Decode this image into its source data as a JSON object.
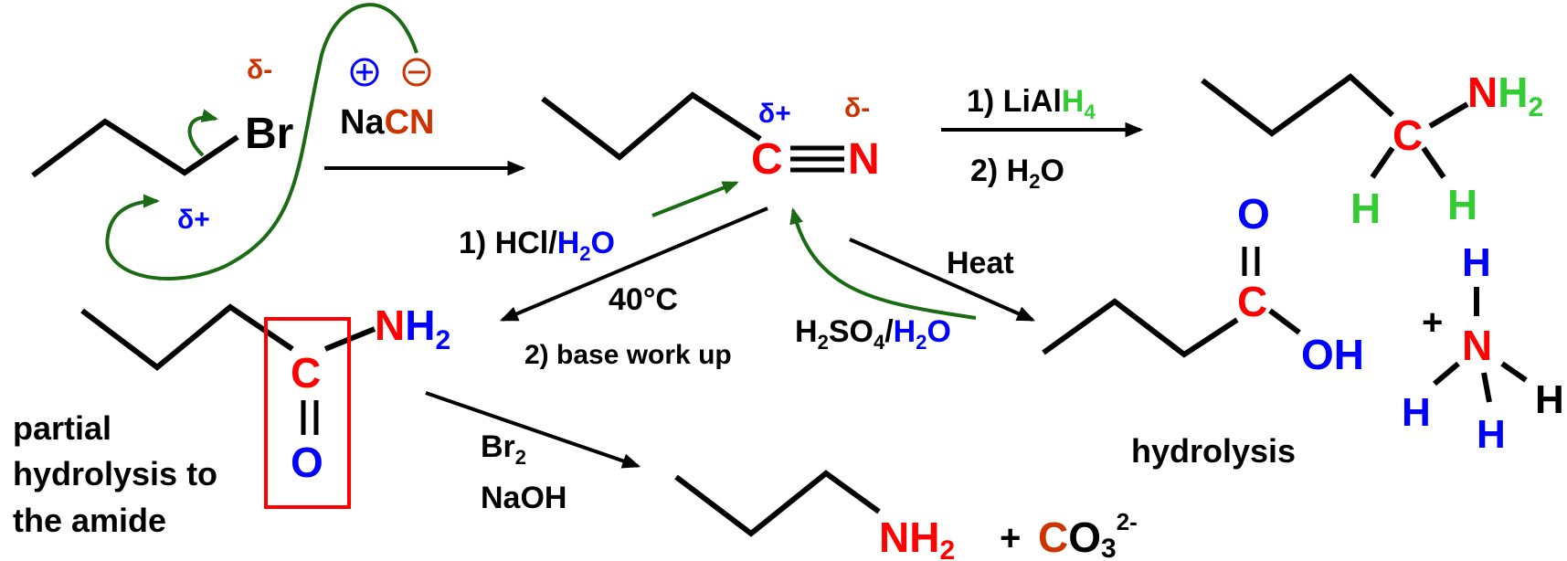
{
  "colors": {
    "black": "#000000",
    "red": "#ff0000",
    "blue": "#0000ff",
    "green": "#33cc33",
    "dark_green": "#1a6b14",
    "orange": "#cc3300"
  },
  "icons": {
    "plus_circle": "⊕",
    "minus_circle": "⊖"
  },
  "reactant": {
    "delta_minus": "δ-",
    "delta_plus": "δ+",
    "bromine": "Br"
  },
  "reagent_cyanide": {
    "na": "Na",
    "cn": "CN"
  },
  "nitrile": {
    "delta_plus": "δ+",
    "delta_minus": "δ-",
    "carbon": "C",
    "nitrogen": "N"
  },
  "reduction": {
    "step1_prefix": "1) LiAl",
    "step1_h": "H",
    "step1_sub": "4",
    "step2_prefix": "2) H",
    "step2_sub": "2",
    "step2_suffix": "O"
  },
  "amine_product": {
    "n": "N",
    "h2": "H",
    "h2_sub": "2",
    "carbon": "C",
    "h_left": "H",
    "h_right": "H"
  },
  "partial_hydrolysis": {
    "step1_prefix": "1) HCl/",
    "step1_h": "H",
    "step1_sub": "2",
    "step1_o": "O",
    "temperature": "40°C",
    "step2": "2) base work up"
  },
  "full_hydrolysis": {
    "heat": "Heat",
    "acid_h": "H",
    "acid_h_sub": "2",
    "acid_so": "SO",
    "acid_so_sub": "4",
    "slash": "/",
    "water_h": "H",
    "water_sub": "2",
    "water_o": "O"
  },
  "amide": {
    "n": "N",
    "h2": "H",
    "h2_sub": "2",
    "carbon": "C",
    "oxygen": "O",
    "caption": [
      "partial",
      "hydrolysis to",
      "the amide"
    ]
  },
  "acid": {
    "oxygen": "O",
    "carbon": "C",
    "oh": "OH",
    "caption": "hydrolysis"
  },
  "ammonia": {
    "plus": "+",
    "n": "N",
    "h_top": "H",
    "h_left": "H",
    "h_right": "H",
    "h_bottom": "H"
  },
  "hofmann": {
    "br": "Br",
    "br_sub": "2",
    "naoh": "NaOH"
  },
  "hofmann_product": {
    "n": "N",
    "h": "H",
    "h_sub": "2",
    "plus": "+",
    "c": "C",
    "o": "O",
    "o_sub": "3",
    "charge": "2-"
  }
}
